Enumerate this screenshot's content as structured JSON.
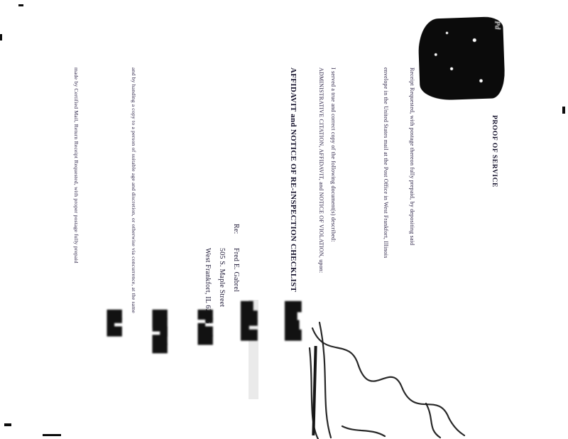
{
  "colors": {
    "paper": "#ffffff",
    "ink_body": "#2a2145",
    "ink_dark": "#13102a",
    "stamp_ink": "#0b0b0b"
  },
  "document": {
    "title": "PROOF OF SERVICE",
    "stamp_text": "Pd",
    "para1_line1": "Receipt Requested, with postage thereon fully prepaid, by depositing said",
    "para1_line2": "envelope in the United States mail at the Post Office in West Frankfort, Illinois",
    "para2_line1": "I served a true and correct copy of the following document(s) described:",
    "para2_line2": "ADMINISTRATIVE CITATION, AFFIDAVIT, and NOTICE OF VIOLATION, upon:",
    "notice_line": "AFFIDAVIT and NOTICE OF RE-INSPECTION CHECKLIST",
    "addressee": {
      "label": "Re:",
      "name": "Fred E. Gabrel",
      "street": "505 S. Maple Street",
      "city": "West Frankfort, IL 62896"
    },
    "para3_line": "and by handing a copy to a person of suitable age and discretion, or otherwise via concurrence, at the same",
    "para4_line": "made by Certified Mail, Return Receipt Requested, with proper postage fully prepaid",
    "handwriting": {
      "mark_date": "█▆▇█",
      "mark1": "▆█▙█",
      "mark2": "█▚██",
      "mark3": "██▛██",
      "mark4": "█▙█"
    }
  }
}
